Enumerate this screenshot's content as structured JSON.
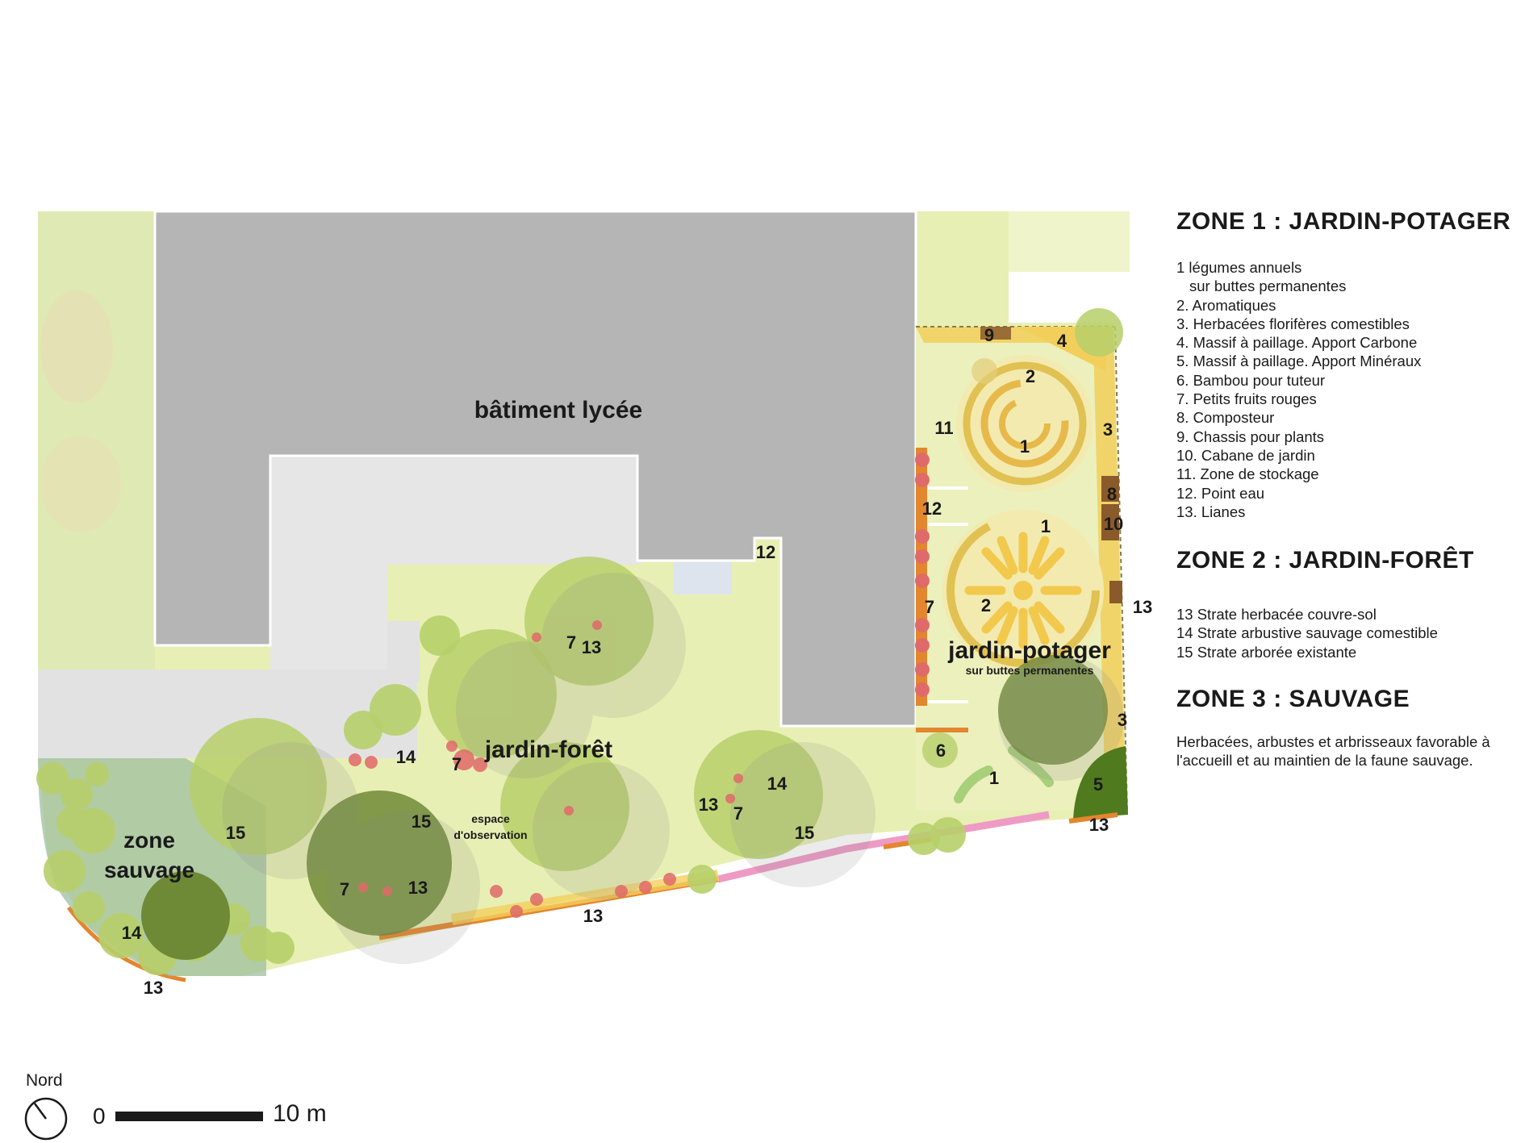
{
  "map": {
    "building_label": "bâtiment lycée",
    "zone_labels": {
      "jardin_potager": "jardin-potager",
      "jardin_potager_sub": "sur buttes permanentes",
      "jardin_foret": "jardin-forêt",
      "zone_sauvage_line1": "zone",
      "zone_sauvage_line2": "sauvage",
      "espace_line1": "espace",
      "espace_line2": "d'observation"
    },
    "numbers": [
      "1",
      "2",
      "3",
      "4",
      "5",
      "6",
      "7",
      "8",
      "9",
      "10",
      "11",
      "12",
      "13",
      "14",
      "15"
    ],
    "colors": {
      "building": "#b5b5b5",
      "path": "#e2e2e2",
      "lawn": "#e8efb4",
      "shrub": "#b7cf6a",
      "tree_dark": "#6f8a36",
      "red_fruit": "#e06a6a",
      "edge_orange": "#e3862e",
      "edge_pink": "#ef9ac5",
      "compost_brown": "#8a5a2b"
    }
  },
  "legend": {
    "zone1": {
      "title": "ZONE 1 : JARDIN-POTAGER",
      "items": [
        "1 légumes annuels",
        "   sur buttes permanentes",
        "2. Aromatiques",
        "3. Herbacées florifères comestibles",
        "4. Massif à paillage. Apport Carbone",
        "5. Massif à paillage. Apport Minéraux",
        "6. Bambou pour tuteur",
        "7. Petits fruits rouges",
        "8. Composteur",
        "9. Chassis pour plants",
        "10. Cabane de jardin",
        "11. Zone de stockage",
        "12. Point eau",
        "13. Lianes"
      ]
    },
    "zone2": {
      "title": "ZONE 2 : JARDIN-FORÊT",
      "items": [
        "13 Strate herbacée couvre-sol",
        "14 Strate arbustive sauvage comestible",
        "15 Strate arborée existante"
      ]
    },
    "zone3": {
      "title": "ZONE 3 : SAUVAGE",
      "text": "Herbacées, arbustes et arbrisseaux favorable à l'accueill et au maintien de la faune sauvage."
    }
  },
  "north": {
    "label": "Nord"
  },
  "scalebar": {
    "start": "0",
    "end": "10 m"
  }
}
